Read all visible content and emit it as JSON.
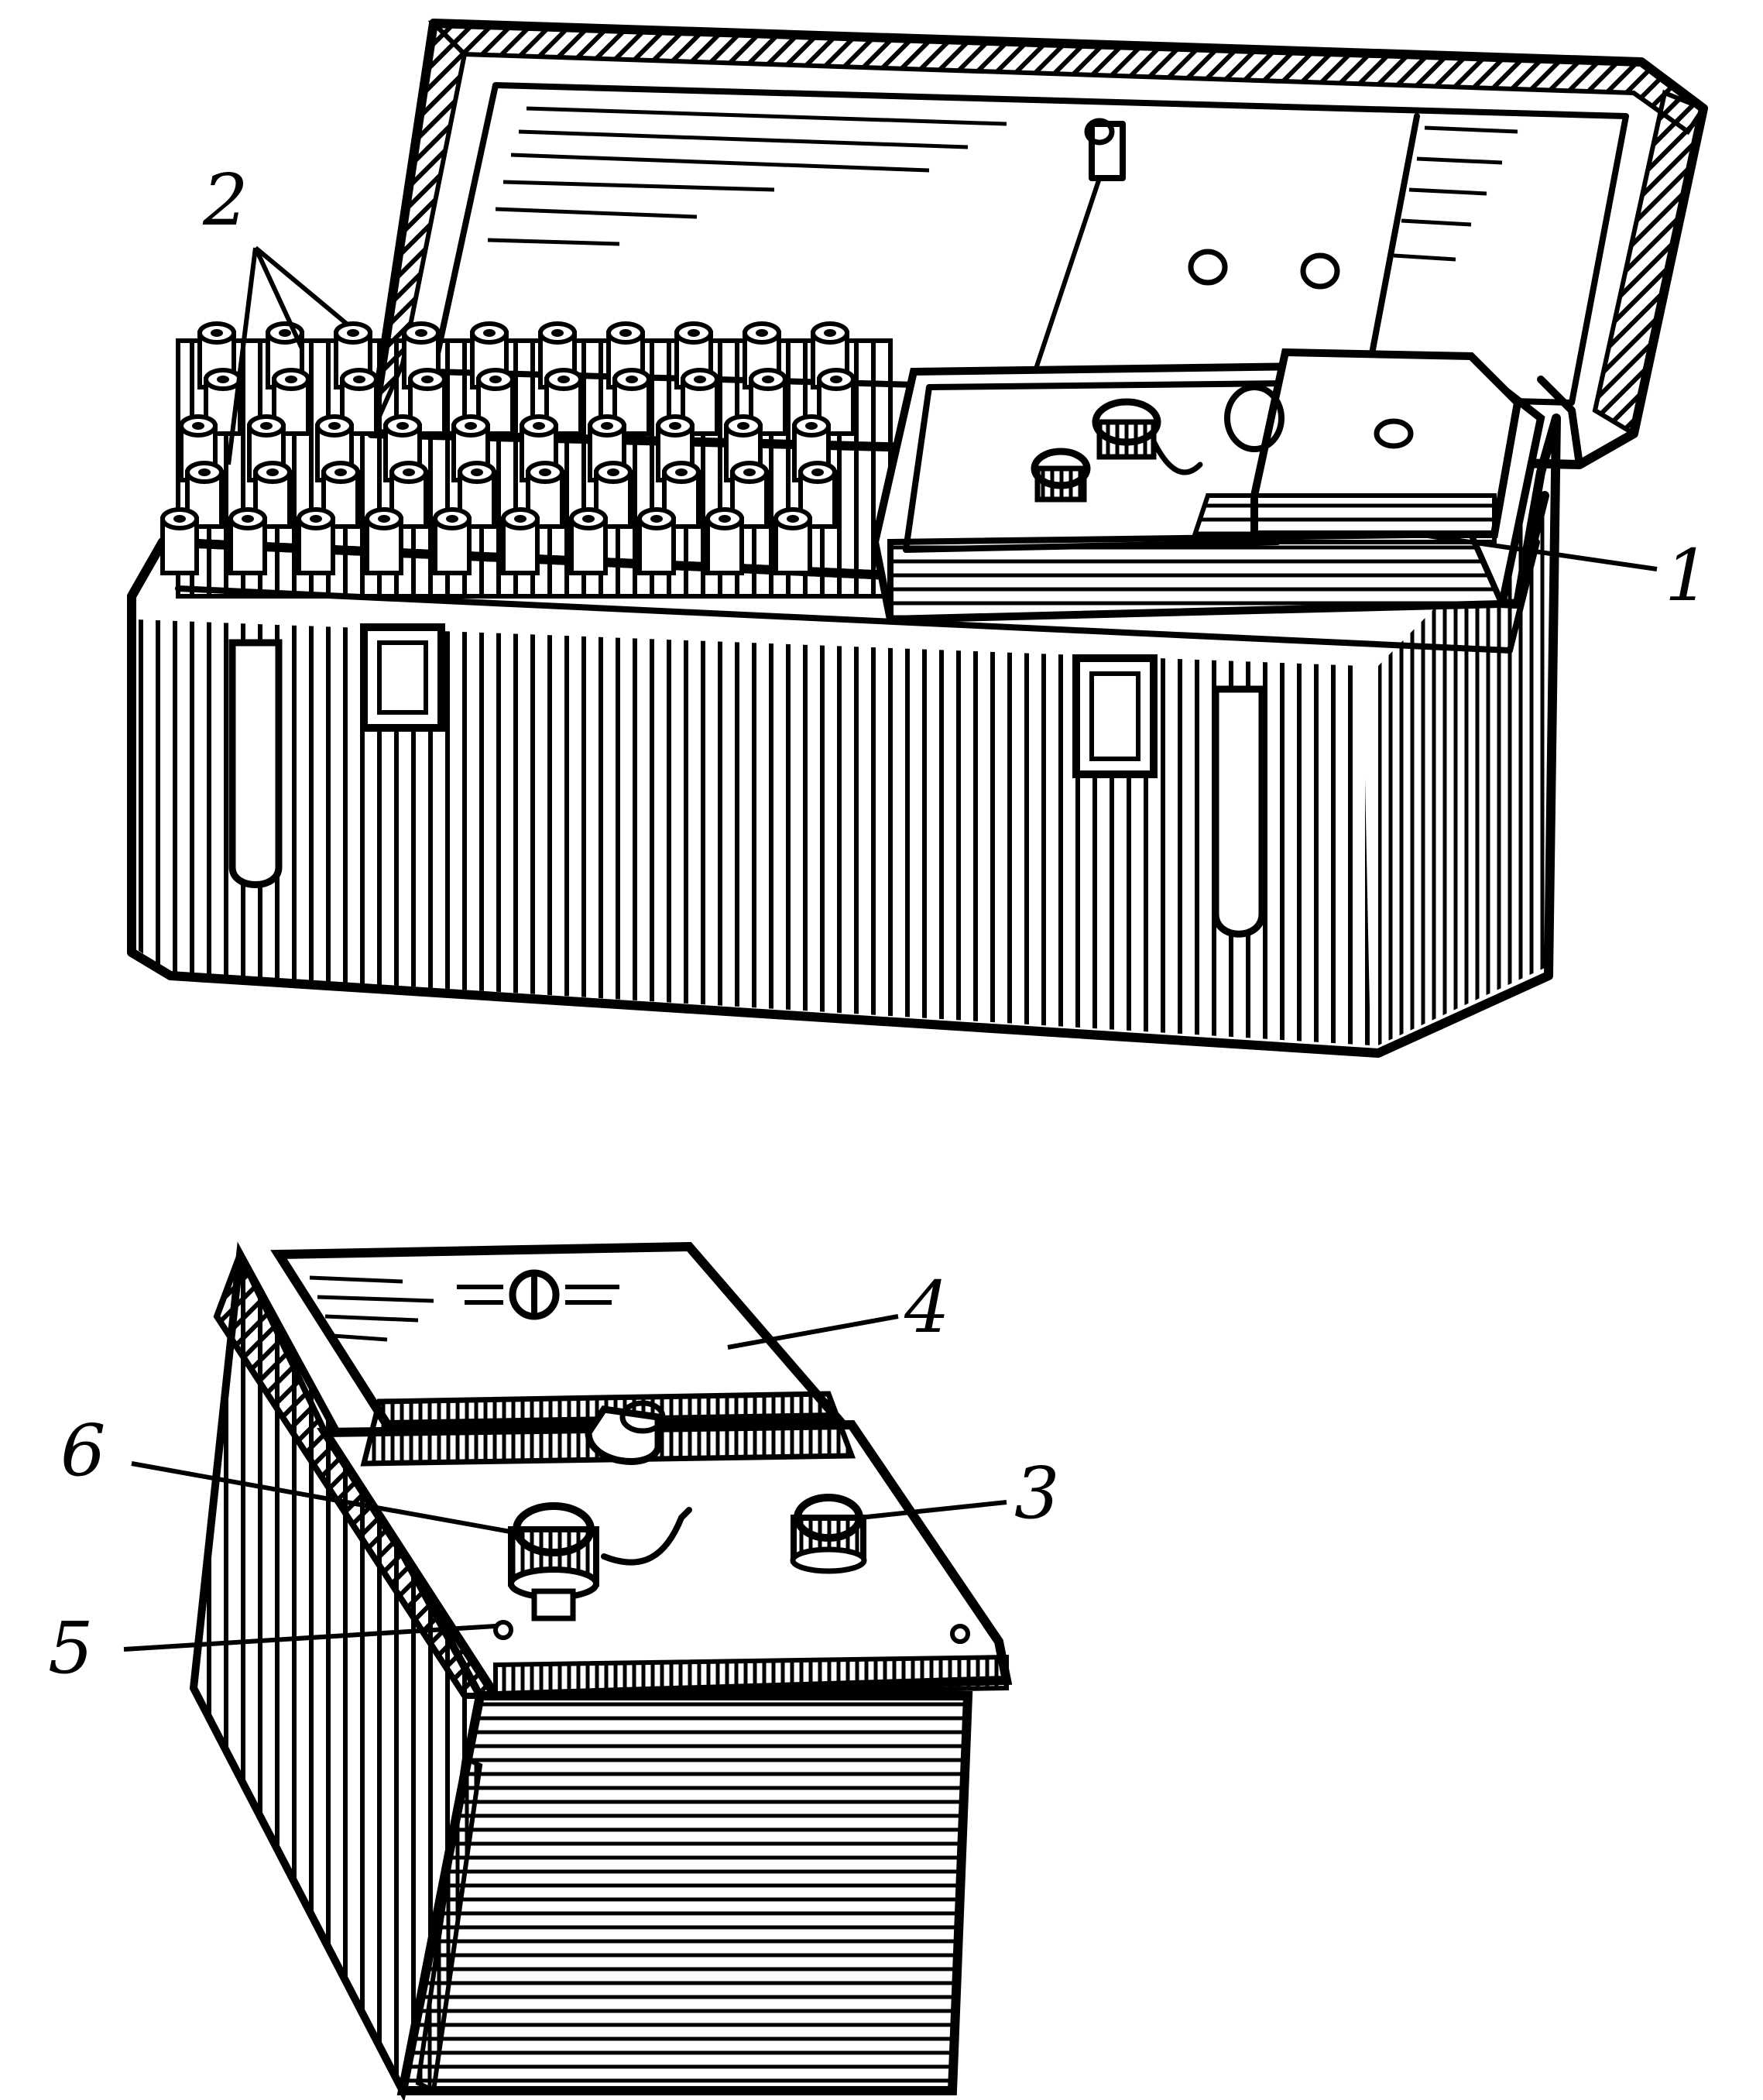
{
  "figure": {
    "callouts": [
      {
        "id": "c1",
        "label": "1"
      },
      {
        "id": "c2",
        "label": "2"
      },
      {
        "id": "c3",
        "label": "3"
      },
      {
        "id": "c4",
        "label": "4"
      },
      {
        "id": "c5",
        "label": "5"
      },
      {
        "id": "c6",
        "label": "6"
      }
    ]
  },
  "colors": {
    "ink": "#000000",
    "paper": "#ffffff"
  }
}
